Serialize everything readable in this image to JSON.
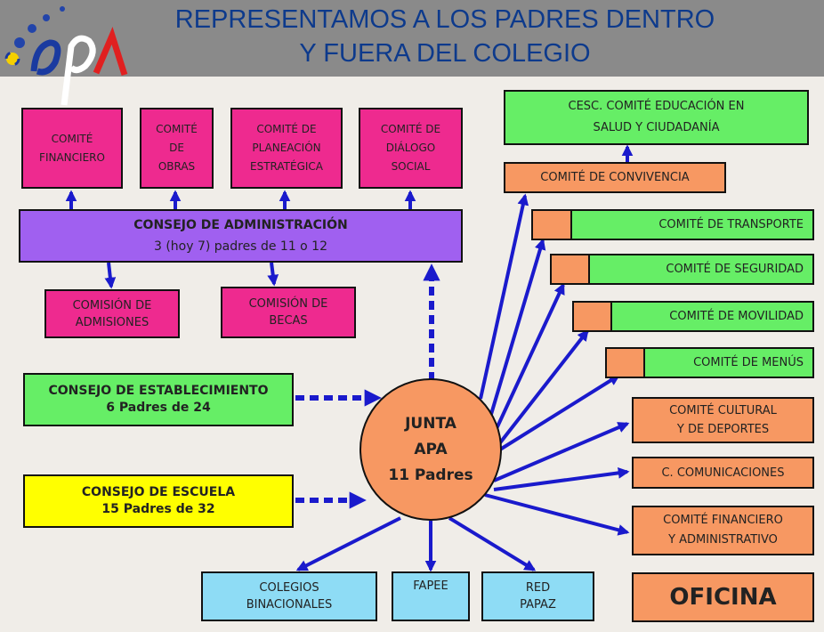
{
  "header": {
    "title_line1": "REPRESENTAMOS A LOS PADRES DENTRO",
    "title_line2": "Y FUERA DEL COLEGIO",
    "logo_text": "apa"
  },
  "committees_top": [
    {
      "line1": "COMITÉ",
      "line2": "FINANCIERO"
    },
    {
      "line1": "COMITÉ",
      "line2": "DE",
      "line3": "OBRAS"
    },
    {
      "line1": "COMITÉ DE",
      "line2": "PLANEACIÓN",
      "line3": "ESTRATÉGICA"
    },
    {
      "line1": "COMITÉ DE",
      "line2": "DIÁLOGO",
      "line3": "SOCIAL"
    }
  ],
  "consejo_admin": {
    "line1": "CONSEJO  DE ADMINISTRACIÓN",
    "line2": "3 (hoy 7) padres de 11 o 12"
  },
  "comisiones": [
    {
      "line1": "COMISIÓN DE",
      "line2": "ADMISIONES"
    },
    {
      "line1": "COMISIÓN DE",
      "line2": "BECAS"
    }
  ],
  "consejo_establecimiento": {
    "line1": "CONSEJO  DE ESTABLECIMIENTO",
    "line2": "6 Padres de 24"
  },
  "consejo_escuela": {
    "line1": "CONSEJO  DE ESCUELA",
    "line2": "15 Padres de 32"
  },
  "junta": {
    "line1": "JUNTA",
    "line2": "APA",
    "line3": "11 Padres"
  },
  "cesc": {
    "line1": "CESC.  COMITÉ  EDUCACIÓN  EN",
    "line2": "SALUD Y CIUDADANÍA"
  },
  "right_committees": {
    "convivencia": "COMITÉ DE CONVIVENCIA",
    "transporte": "COMITÉ  DE  TRANSPORTE",
    "seguridad": "COMITÉ  DE  SEGURIDAD",
    "movilidad": "COMITÉ DE MOVILIDAD",
    "menus": "COMITÉ DE MENÚS",
    "cultural_line1": "COMITÉ CULTURAL",
    "cultural_line2": "Y DE DEPORTES",
    "comunicaciones": "C. COMUNICACIONES",
    "financiero_line1": "COMITÉ FINANCIERO",
    "financiero_line2": "Y ADMINISTRATIVO"
  },
  "bottom": [
    {
      "line1": "COLEGIOS",
      "line2": "BINACIONALES"
    },
    {
      "line1": "FAPEE"
    },
    {
      "line1": "RED",
      "line2": "PAPAZ"
    }
  ],
  "oficina": "OFICINA",
  "colors": {
    "pink": "#ee2a8f",
    "purple": "#a060f0",
    "green": "#66ee66",
    "yellow": "#ffff00",
    "orange": "#f79862",
    "blue": "#8edcf5",
    "arrow": "#1a1acc",
    "title": "#0d3a8c"
  }
}
